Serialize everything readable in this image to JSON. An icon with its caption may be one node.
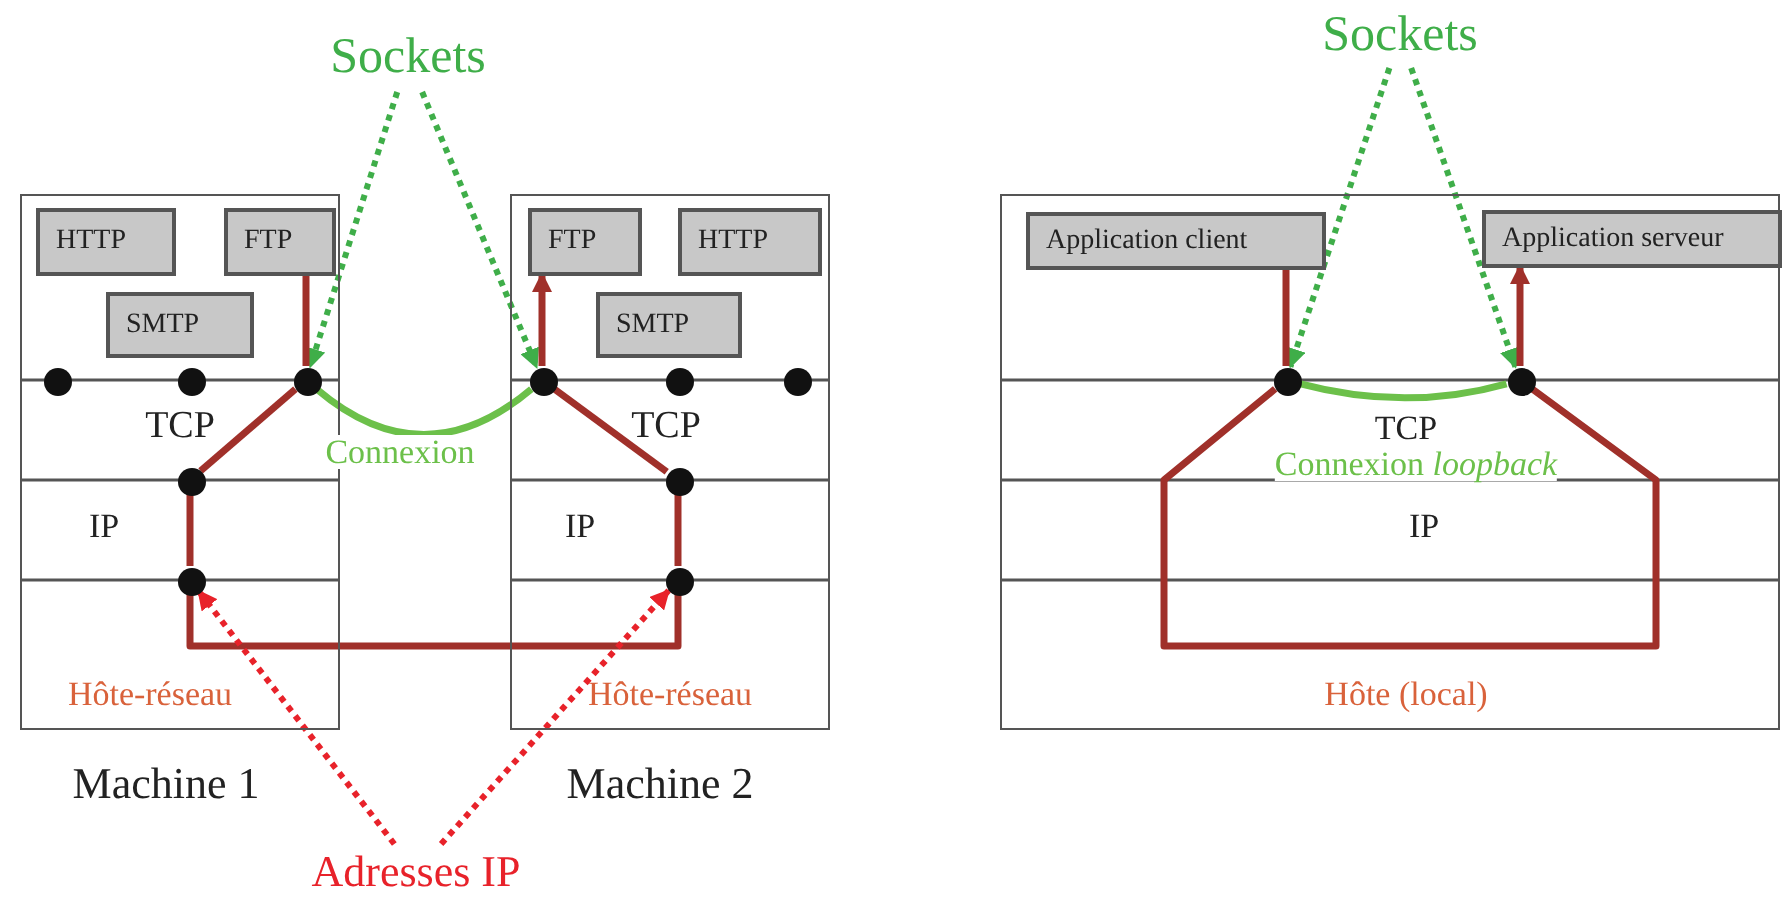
{
  "diagram": {
    "nodes": [
      {
        "text": [
          "Sockets"
        ]
      },
      {
        "text": [],
        "shape": "box",
        "beside": [
          "Machine 1"
        ]
      },
      {
        "text": [
          "HTTP"
        ],
        "in": 1
      },
      {
        "text": [
          "FTP"
        ],
        "in": 1
      },
      {
        "text": [
          "SMTP"
        ],
        "in": 1
      },
      {
        "text": [],
        "shape": "circle",
        "in": 1
      },
      {
        "text": [],
        "shape": "circle",
        "in": 1
      },
      {
        "text": [],
        "shape": "circle",
        "in": 1
      },
      {
        "text": [],
        "shape": "circle",
        "in": 1
      },
      {
        "text": [],
        "shape": "circle",
        "in": 1
      },
      {
        "text": [],
        "shape": "box",
        "beside": [
          "Machine 2"
        ]
      },
      {
        "text": [
          "FTP"
        ],
        "in": 10
      },
      {
        "text": [
          "HTTP"
        ],
        "in": 10
      },
      {
        "text": [
          "SMTP"
        ],
        "in": 10
      },
      {
        "text": [],
        "shape": "circle",
        "in": 10
      },
      {
        "text": [],
        "shape": "circle",
        "in": 10
      },
      {
        "text": [],
        "shape": "circle",
        "in": 10
      },
      {
        "text": [],
        "shape": "circle",
        "in": 10
      },
      {
        "text": [],
        "shape": "circle",
        "in": 10
      },
      {
        "text": [
          "Adresses IP"
        ]
      },
      {
        "text": [
          "Sockets"
        ]
      },
      {
        "text": [],
        "shape": "box"
      },
      {
        "text": [
          "Application client"
        ],
        "in": 21
      },
      {
        "text": [
          "Application serveur"
        ],
        "in": 21
      },
      {
        "text": [],
        "shape": "circle",
        "in": 21
      },
      {
        "text": [],
        "shape": "circle",
        "in": 21
      }
    ],
    "edges": [
      {
        "from": 0,
        "to": 7,
        "arrow": "to",
        "style": "dashed",
        "color": "#3fae49"
      },
      {
        "from": 0,
        "to": 14,
        "arrow": "to",
        "style": "dashed",
        "color": "#3fae49"
      },
      {
        "from": 3,
        "to": 7,
        "arrow": "none"
      },
      {
        "from": 7,
        "to": 8,
        "arrow": "none"
      },
      {
        "from": 8,
        "to": 9,
        "arrow": "none"
      },
      {
        "from": 9,
        "to": 18,
        "arrow": "none"
      },
      {
        "from": 18,
        "to": 17,
        "arrow": "none"
      },
      {
        "from": 17,
        "to": 14,
        "arrow": "none"
      },
      {
        "from": 14,
        "to": 11,
        "arrow": "to"
      },
      {
        "from": 7,
        "to": 14,
        "arrow": "none",
        "label": "Connexion",
        "color": "#6cc04a"
      },
      {
        "from": 19,
        "to": 9,
        "arrow": "to",
        "style": "dashed",
        "color": "#e8222a"
      },
      {
        "from": 19,
        "to": 18,
        "arrow": "to",
        "style": "dashed",
        "color": "#e8222a"
      },
      {
        "from": 20,
        "to": 24,
        "arrow": "to",
        "style": "dashed",
        "color": "#3fae49"
      },
      {
        "from": 20,
        "to": 25,
        "arrow": "to",
        "style": "dashed",
        "color": "#3fae49"
      },
      {
        "from": 22,
        "to": 24,
        "arrow": "none"
      },
      {
        "from": 24,
        "to": 25,
        "arrow": "none"
      },
      {
        "from": 25,
        "to": 23,
        "arrow": "to"
      },
      {
        "from": 24,
        "to": 25,
        "arrow": "none",
        "label": "Connexion *loopback*",
        "color": "#6cc04a"
      }
    ],
    "labels": [
      "TCP",
      "IP",
      "Hôte-réseau",
      "TCP",
      "IP",
      "Hôte-réseau",
      "TCP",
      "IP",
      "Hôte (local)"
    ]
  }
}
